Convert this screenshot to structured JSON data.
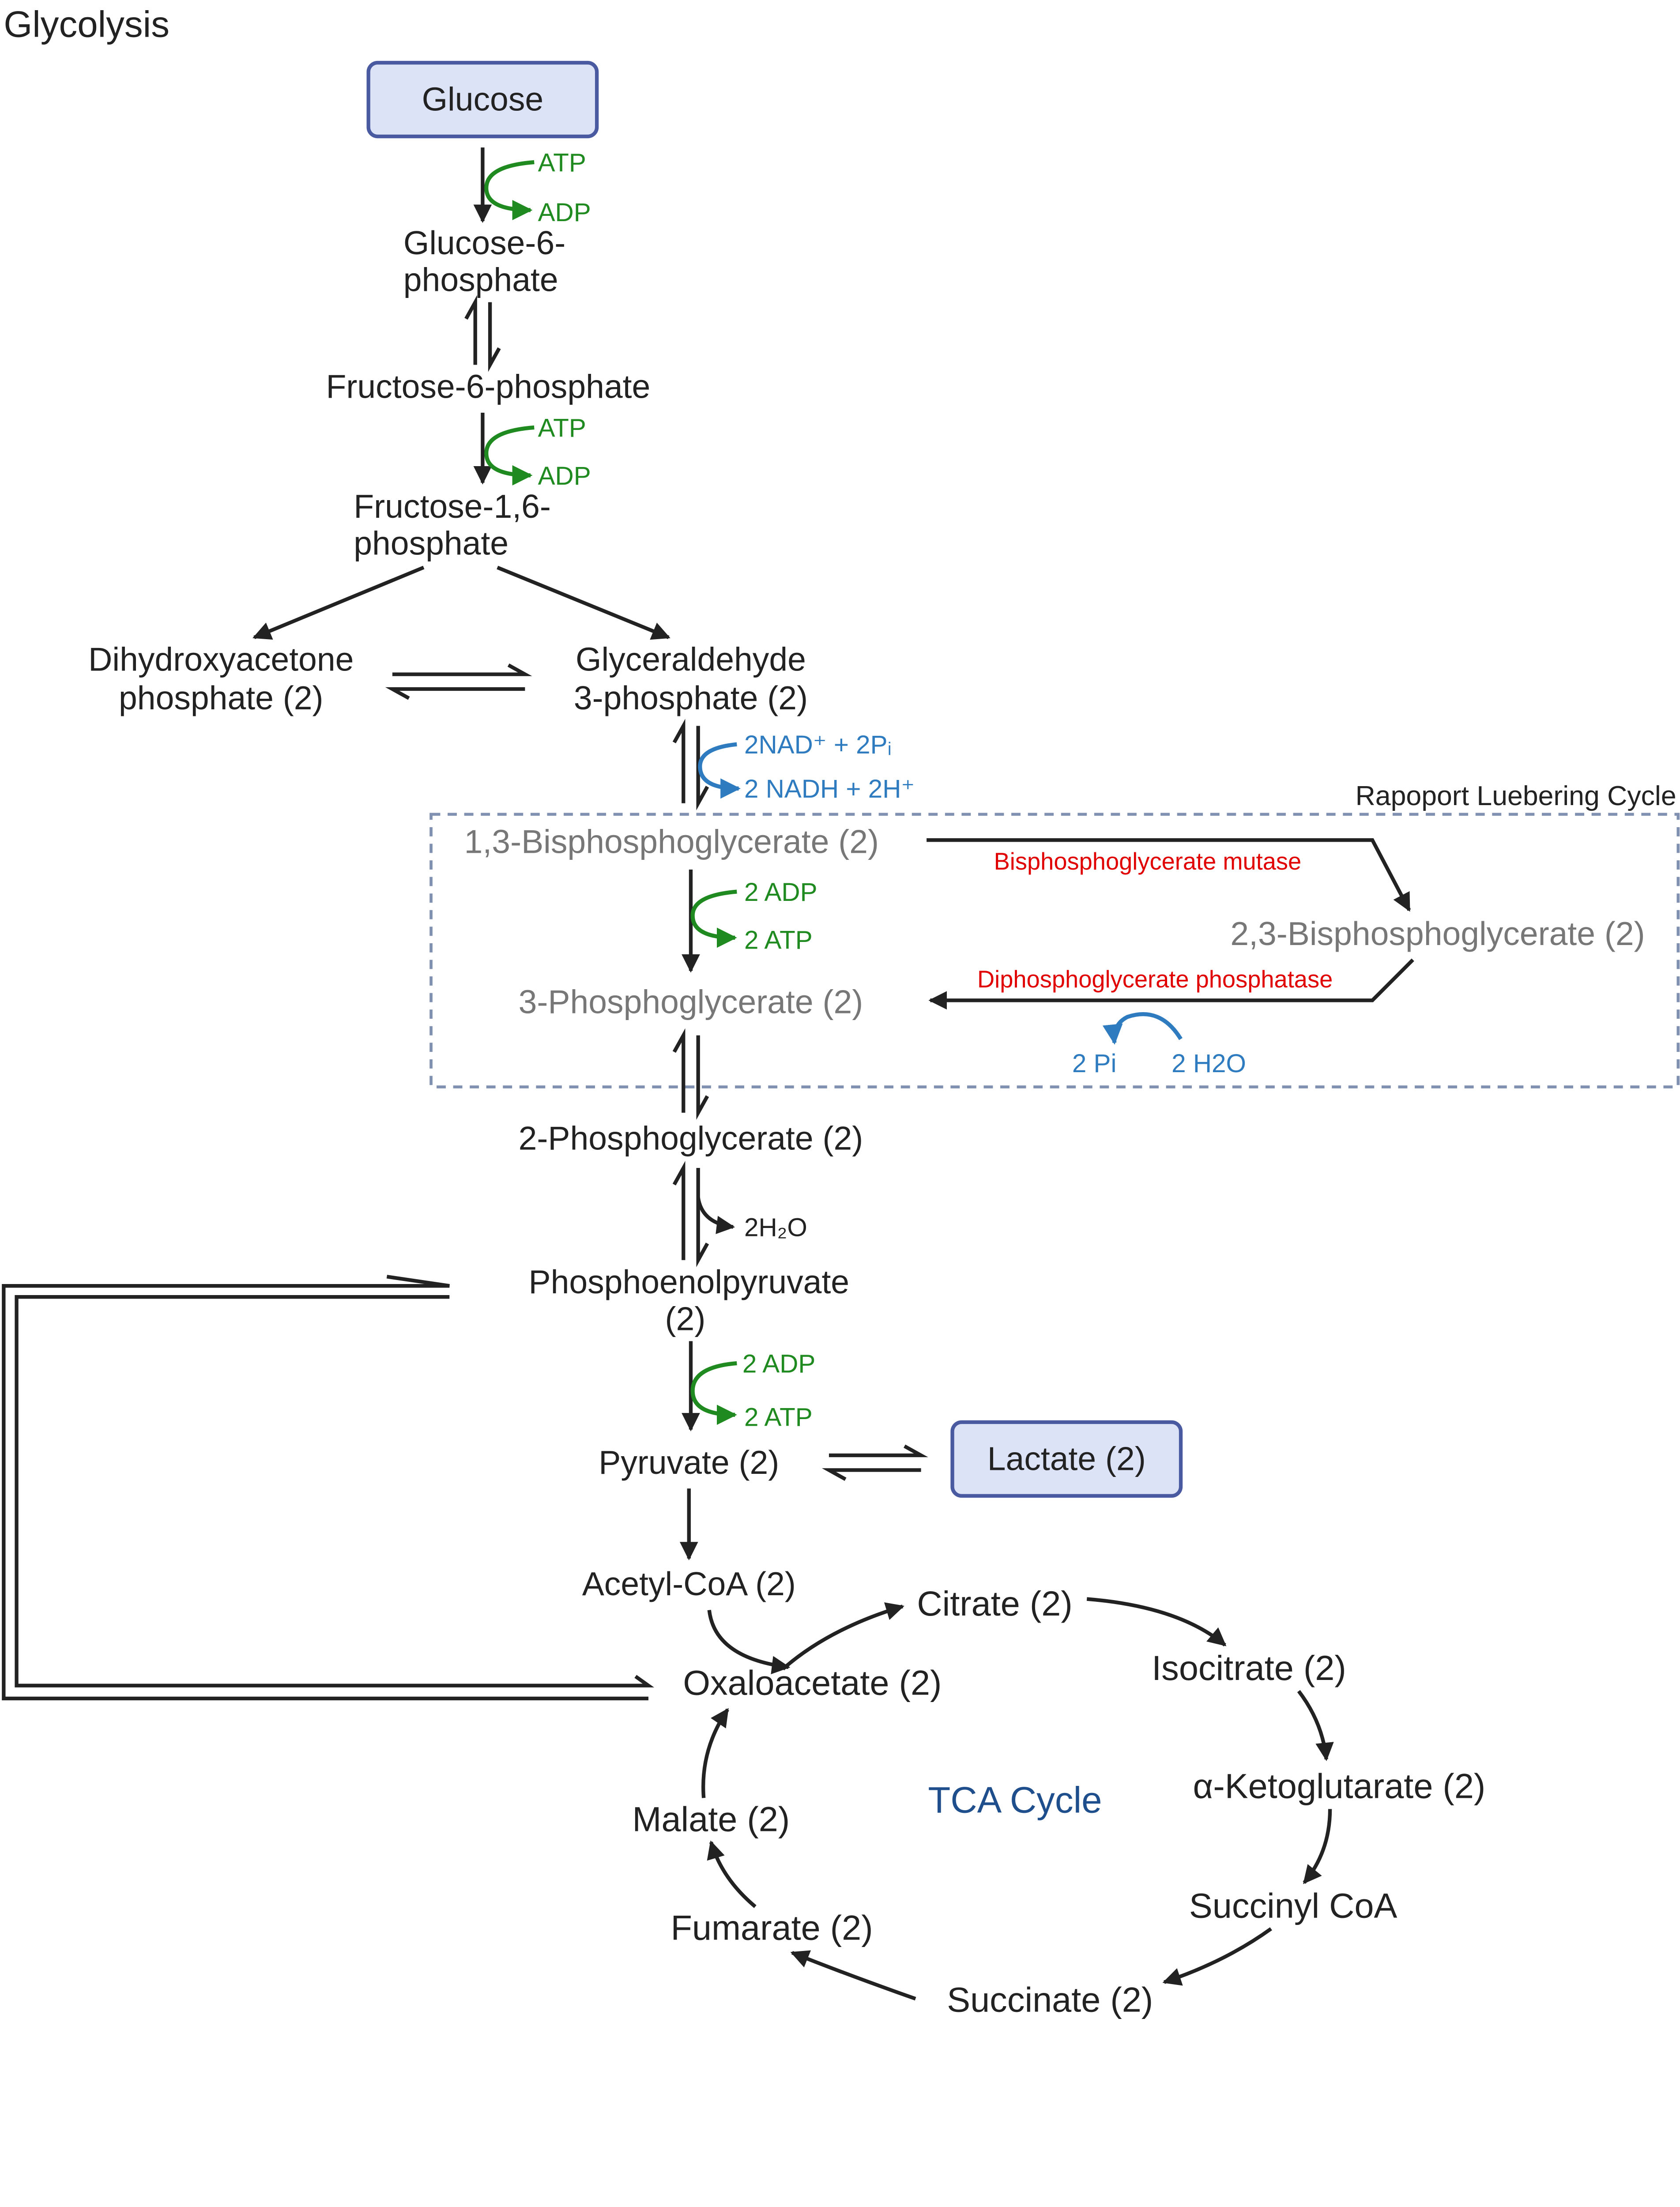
{
  "title": "Glycolysis",
  "colors": {
    "metabolite_box": "#dde3f7",
    "box_border": "#4a5aa0",
    "energy": "#1f8a1f",
    "redox": "#2f7bbf",
    "enzyme": "#e00000",
    "cycle_label": "#1f4e8c",
    "shunt_metabolite": "#777777"
  },
  "nodes": {
    "glucose": "Glucose",
    "g6p_1": "Glucose-6-",
    "g6p_2": "phosphate",
    "f6p": "Fructose-6-phosphate",
    "f16p_1": "Fructose-1,6-",
    "f16p_2": "phosphate",
    "dhap_1": "Dihydroxyacetone",
    "dhap_2": "phosphate (2)",
    "g3p_1": "Glyceraldehyde",
    "g3p_2": "3-phosphate (2)",
    "bpg13": "1,3-Bisphosphoglycerate (2)",
    "bpg23": "2,3-Bisphosphoglycerate (2)",
    "pg3": "3-Phosphoglycerate (2)",
    "pg2": "2-Phosphoglycerate (2)",
    "pep_1": "Phosphoenolpyruvate",
    "pep_2": "(2)",
    "pyruvate": "Pyruvate (2)",
    "lactate": "Lactate (2)",
    "acetylcoa": "Acetyl-CoA (2)",
    "citrate": "Citrate (2)",
    "oxaloacetate": "Oxaloacetate (2)",
    "isocitrate": "Isocitrate (2)",
    "akg": "α-Ketoglutarate (2)",
    "succinylcoa": "Succinyl CoA",
    "succinate": "Succinate (2)",
    "fumarate": "Fumarate (2)",
    "malate": "Malate (2)"
  },
  "cofactors": {
    "atp1": "ATP",
    "adp1": "ADP",
    "atp2": "ATP",
    "adp2": "ADP",
    "nad": "2NAD⁺ + 2Pᵢ",
    "nadh": "2 NADH + 2H⁺",
    "adp3": "2 ADP",
    "atp3": "2 ATP",
    "h2o_out": "2H₂O",
    "adp4": "2 ADP",
    "atp4": "2 ATP",
    "pi": "2 Pi",
    "h2o": "2 H2O"
  },
  "enzymes": {
    "mutase": "Bisphosphoglycerate mutase",
    "phosphatase": "Diphosphoglycerate phosphatase"
  },
  "regions": {
    "rl_cycle": "Rapoport Luebering Cycle",
    "tca": "TCA Cycle"
  }
}
